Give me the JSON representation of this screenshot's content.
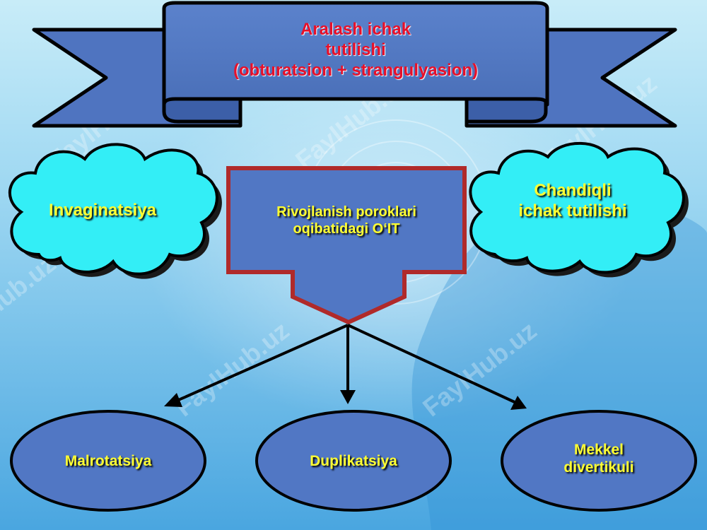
{
  "banner": {
    "line1": "Aralash ichak",
    "line2": "tutilishi",
    "line3": "(obturatsion + strangulyasion)"
  },
  "center_box": {
    "line1": "Rivojlanish poroklari",
    "line2": "oqibatidagi O‘IT"
  },
  "cloud_left": {
    "label": "Invaginatsiya"
  },
  "cloud_right": {
    "line1": "Chandiqli",
    "line2": "ichak tutilishi"
  },
  "ellipses": {
    "left": "Malrotatsiya",
    "middle": "Duplikatsiya",
    "right_line1": "Mekkel",
    "right_line2": "divertikuli"
  },
  "watermark": "FaylHub.uz",
  "colors": {
    "shape_fill": "#5177c4",
    "cloud_fill": "#33eef6",
    "arrow_border": "#b02a2a",
    "text_yellow": "#ffff33",
    "text_red": "#e6102a"
  }
}
